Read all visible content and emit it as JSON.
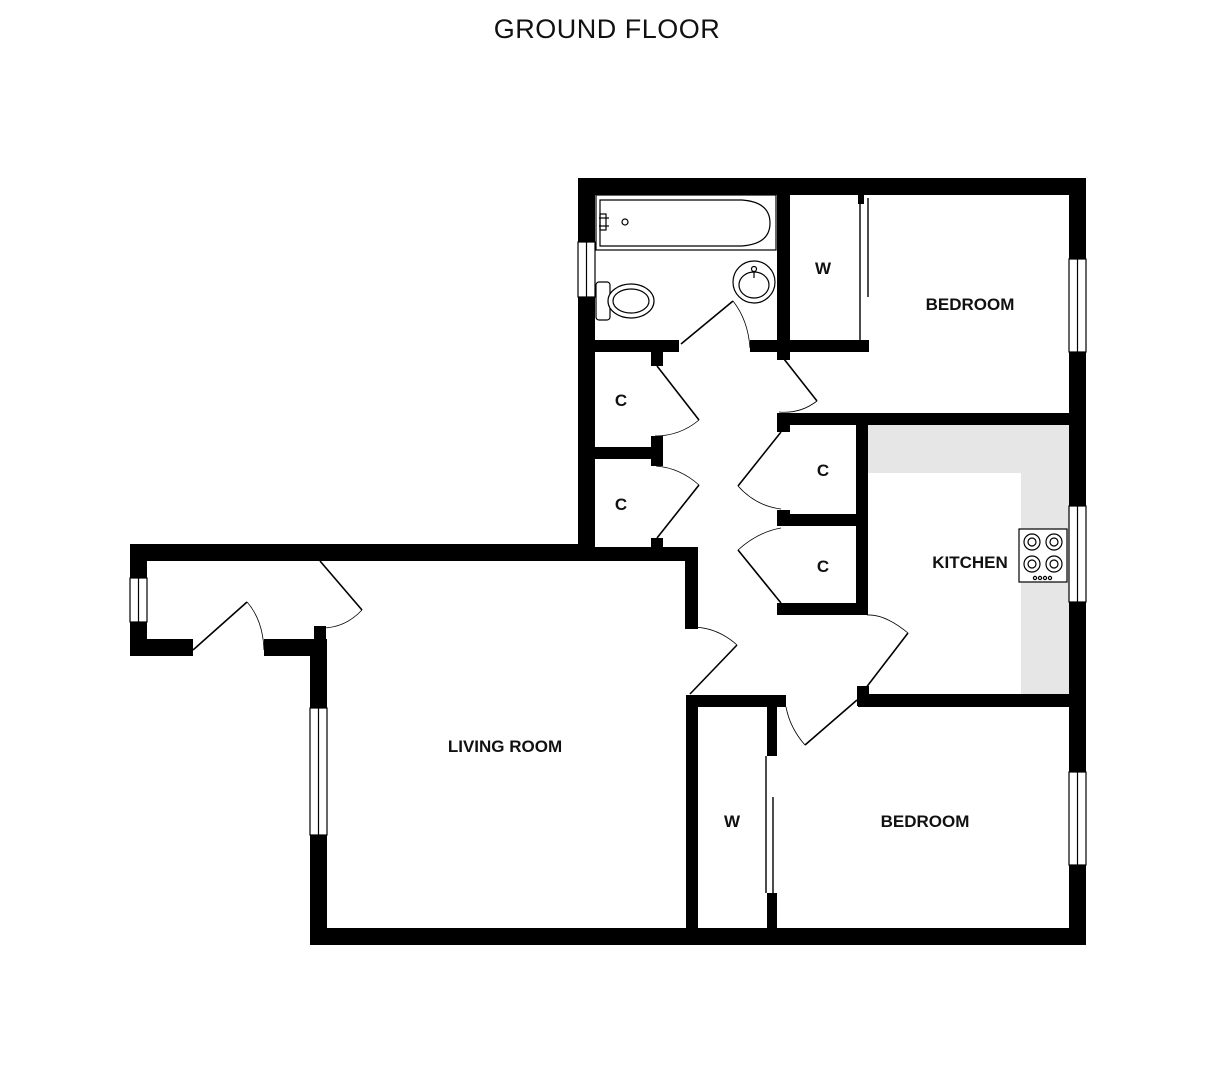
{
  "title": "GROUND FLOOR",
  "colors": {
    "wall": "#000000",
    "worktop": "#e6e6e6",
    "window": "#ffffff",
    "background": "#ffffff"
  },
  "rooms": {
    "bedroom_1": "BEDROOM",
    "bedroom_2": "BEDROOM",
    "kitchen": "KITCHEN",
    "living_room": "LIVING ROOM",
    "wardrobe_1": "W",
    "wardrobe_2": "W",
    "cupboard_1": "C",
    "cupboard_2": "C",
    "cupboard_3": "C",
    "cupboard_4": "C"
  },
  "icons": [
    "bath-icon",
    "toilet-icon",
    "basin-icon",
    "hob-icon"
  ]
}
